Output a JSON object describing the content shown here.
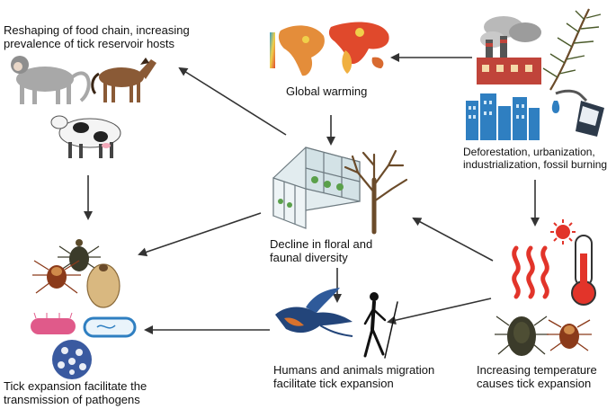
{
  "nodes": {
    "food_chain": "Reshaping of food chain, increasing prevalence of tick reservoir hosts",
    "global_warming": "Global warming",
    "deforestation": "Deforestation, urbanization, industrialization, fossil burning",
    "decline": "Decline in floral and faunal diversity",
    "migration": "Humans and animals migration facilitate tick expansion",
    "temperature": "Increasing temperature causes tick expansion",
    "pathogens": "Tick expansion facilitate the transmission of pathogens"
  },
  "colors": {
    "arrow": "#333333",
    "map_warm": "#e0492c",
    "map_cool": "#3aa0c8",
    "factory": "#c0443a",
    "building": "#2f7fc1",
    "heat": "#e2342a",
    "tick_brown": "#8b3a1a",
    "tick_dark": "#3b3b2a"
  },
  "icons": [
    "monkey-icon",
    "horse-icon",
    "cow-icon",
    "world-map-icon",
    "factory-icon",
    "pine-branch-icon",
    "city-buildings-icon",
    "fuel-pump-icon",
    "greenhouse-icon",
    "bare-tree-icon",
    "heat-waves-icon",
    "sun-icon",
    "thermometer-icon",
    "tick-icon",
    "swallow-bird-icon",
    "walking-human-icon",
    "bacteria-icon",
    "virus-icon"
  ]
}
